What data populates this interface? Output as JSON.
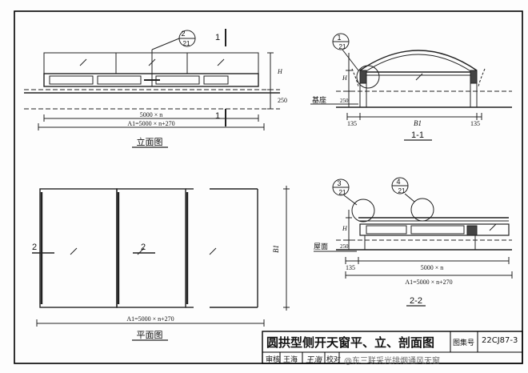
{
  "elevation": {
    "caption": "立面图",
    "dim_panel": "5000 × n",
    "dim_total": "A1=5000 × n+270",
    "dim_h": "H",
    "dim_250": "250",
    "section_mark": "1",
    "detail_ref": {
      "top": "2",
      "bottom": "21"
    }
  },
  "section_1": {
    "caption": "1-1",
    "label_base": "基座",
    "dim_left": "135",
    "dim_right": "135",
    "dim_span": "B1",
    "dim_h": "H",
    "dim_250": "250",
    "detail_ref": {
      "top": "1",
      "bottom": "21"
    }
  },
  "plan": {
    "caption": "平面图",
    "dim_total": "A1=5000 × n+270",
    "dim_side": "B1",
    "section_mark": "2"
  },
  "section_2": {
    "caption": "2-2",
    "label_roof": "屋面",
    "dim_left": "135",
    "dim_panel": "5000 × n",
    "dim_total": "A1=5000 × n+270",
    "dim_h": "H",
    "dim_250": "250",
    "detail_ref_a": {
      "top": "3",
      "bottom": "21"
    },
    "detail_ref_b": {
      "top": "4",
      "bottom": "21"
    }
  },
  "title_block": {
    "title": "圆拱型侧开天窗平、立、剖面图",
    "atlas_label": "图集号",
    "atlas_no": "22CJ87-3",
    "review_label": "审核",
    "reviewer": "王海",
    "check_label": "校对",
    "watermark": "@东三联采光排烟通风天窗"
  }
}
